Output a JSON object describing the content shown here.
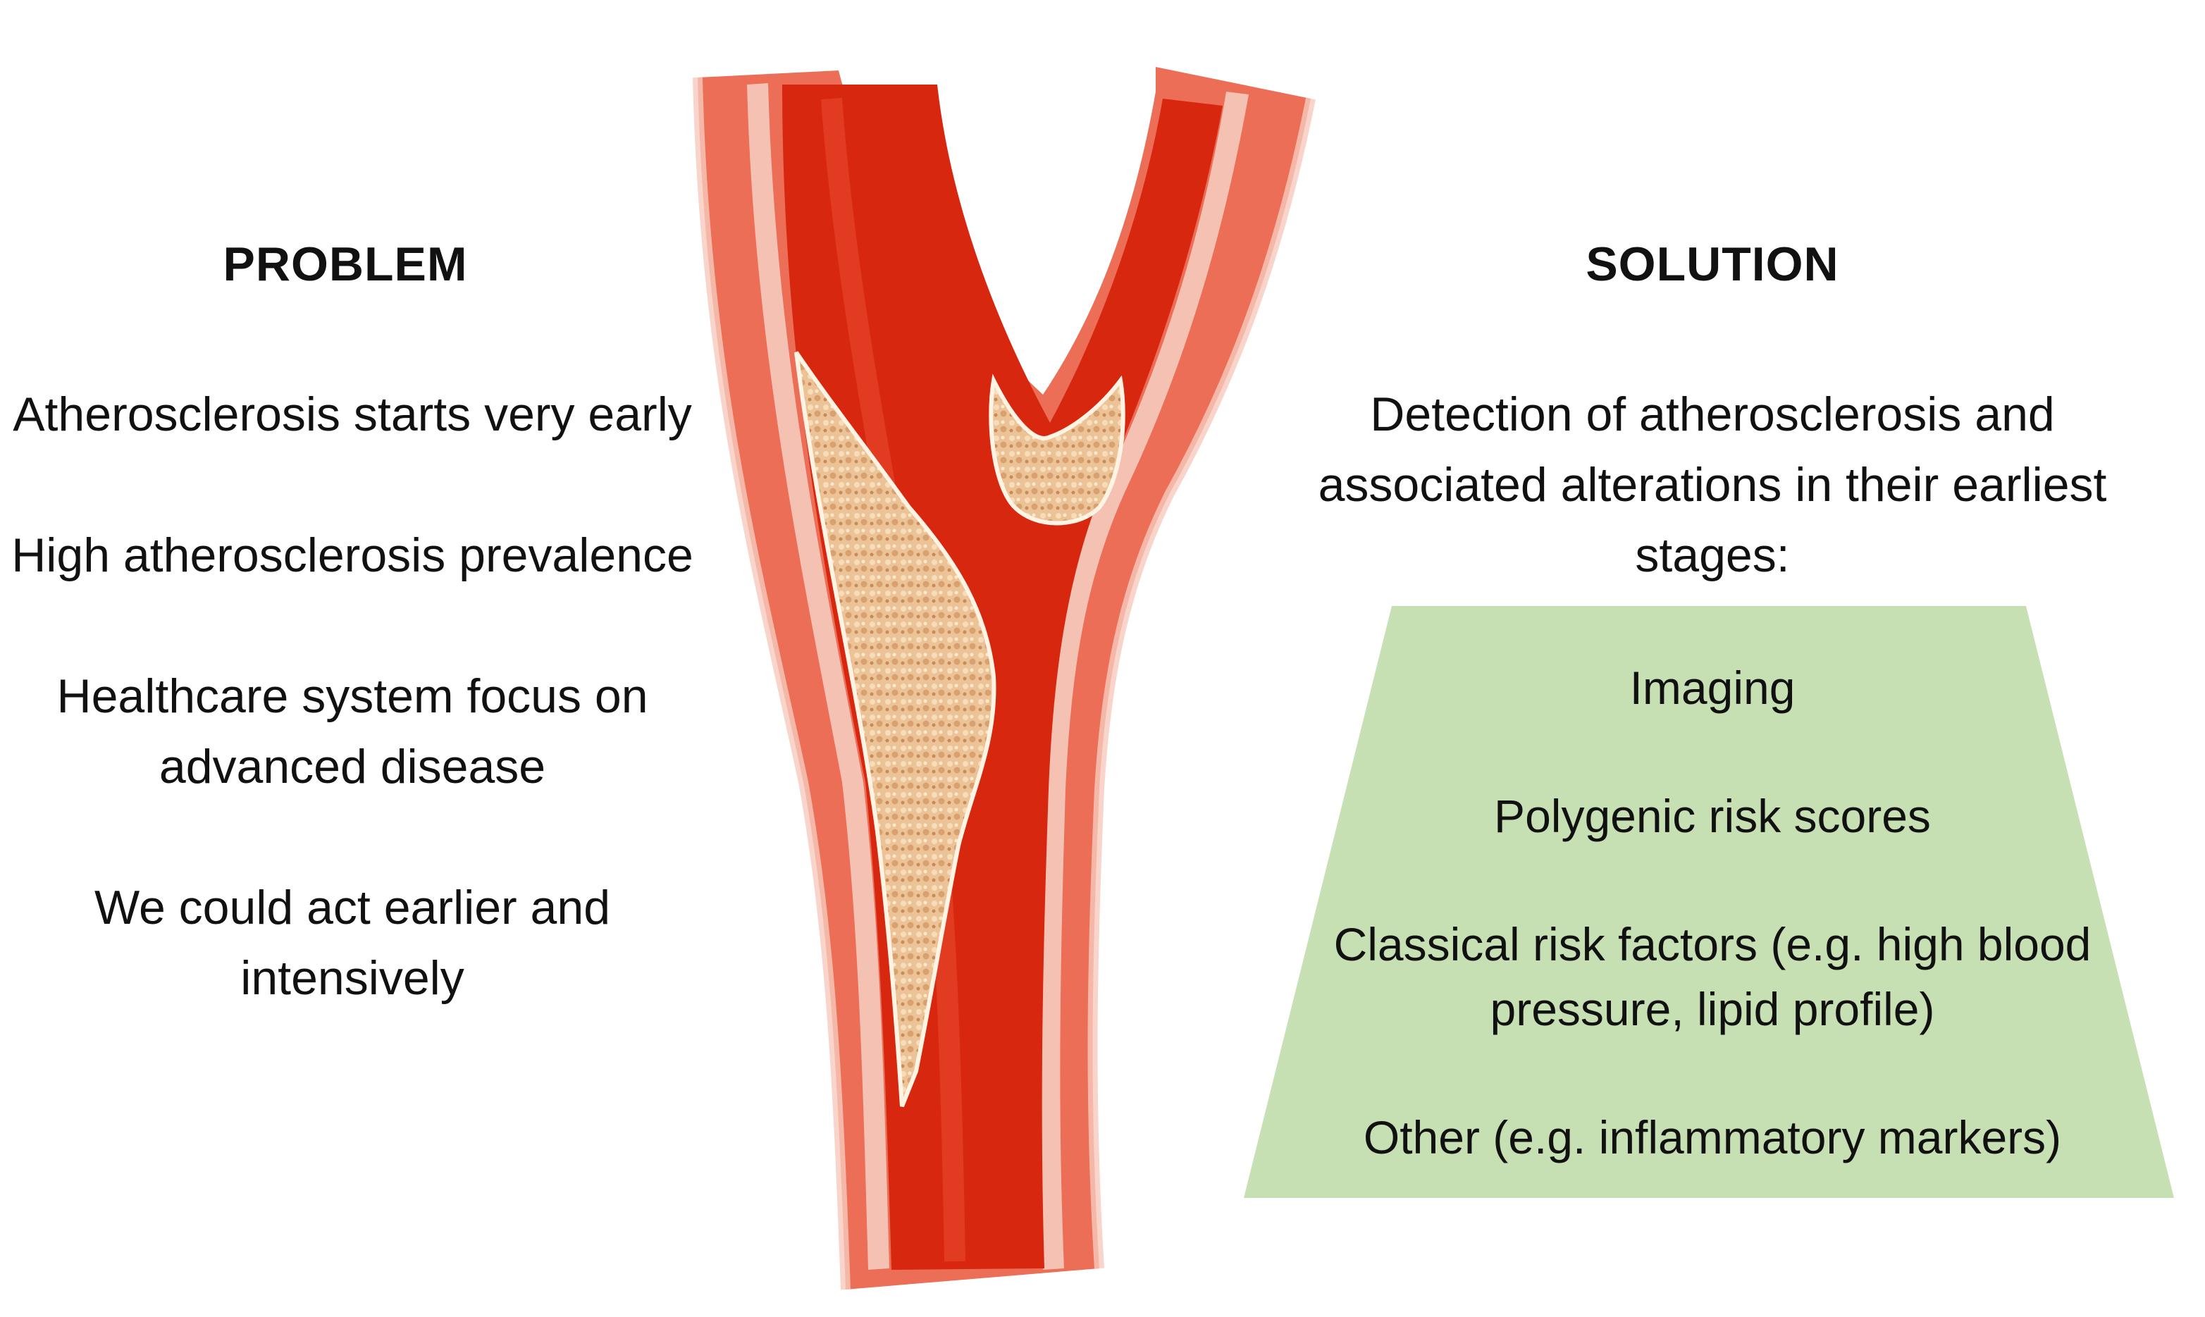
{
  "problem": {
    "heading": "PROBLEM",
    "items": [
      "Atherosclerosis starts very early",
      "High atherosclerosis prevalence",
      "Healthcare system focus on advanced disease",
      "We could act earlier and intensively"
    ]
  },
  "solution": {
    "heading": "SOLUTION",
    "intro": "Detection of atherosclerosis and associated alterations in their earliest stages:",
    "items": [
      "Imaging",
      "Polygenic risk scores",
      "Classical risk factors (e.g. high blood pressure, lipid profile)",
      "Other (e.g. inflammatory markers)"
    ],
    "box_color": "#c6e0b4"
  },
  "illustration": {
    "vessel_wall_color": "#e8604a",
    "lumen_color": "#d92a14",
    "plaque_color": "#e6b98a"
  }
}
